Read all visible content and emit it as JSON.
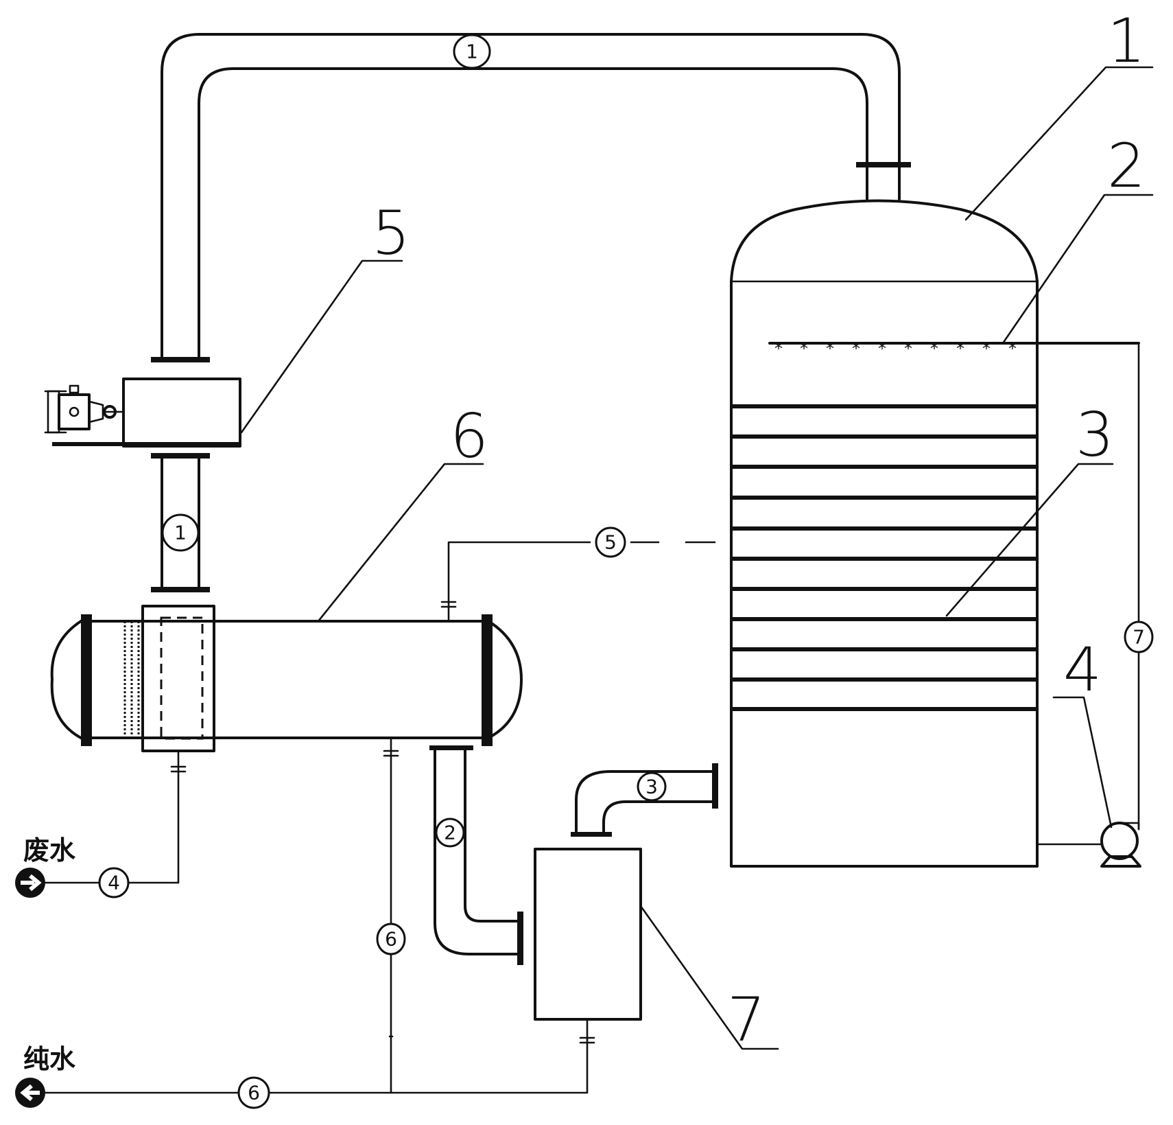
{
  "callouts": [
    {
      "id": "callout-1",
      "label": "1"
    },
    {
      "id": "callout-2",
      "label": "2"
    },
    {
      "id": "callout-3",
      "label": "3"
    },
    {
      "id": "callout-4",
      "label": "4"
    },
    {
      "id": "callout-5",
      "label": "5"
    },
    {
      "id": "callout-6",
      "label": "6"
    },
    {
      "id": "callout-7",
      "label": "7"
    }
  ],
  "stream_markers": {
    "s1_top": "1",
    "s1_vertical": "1",
    "s2": "2",
    "s3": "3",
    "s4": "4",
    "s5": "5",
    "s6_vertical": "6",
    "s6_bottom": "6",
    "s7": "7"
  },
  "io_labels": {
    "inlet": "废水",
    "outlet": "纯水"
  },
  "spray_nozzles": [
    "*",
    "*",
    "*",
    "*",
    "*",
    "*",
    "*",
    "*",
    "*",
    "*"
  ]
}
